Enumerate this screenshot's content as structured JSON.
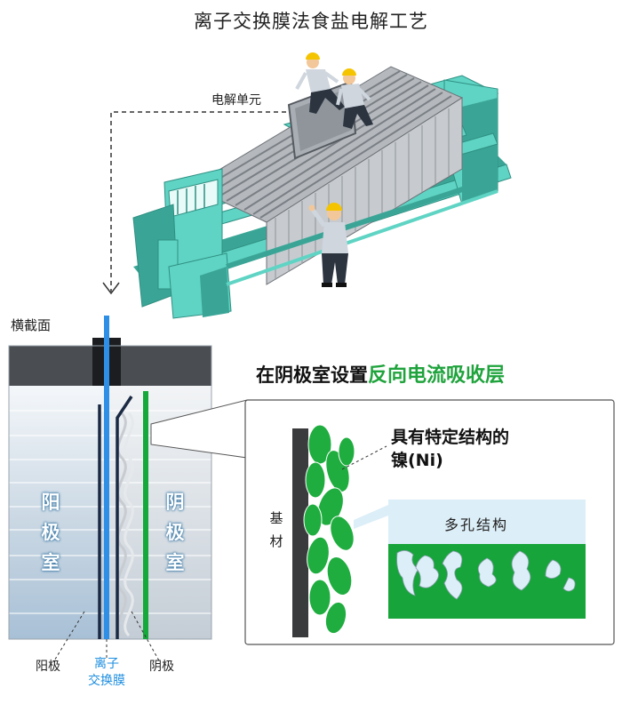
{
  "title": "离子交换膜法食盐电解工艺",
  "labels": {
    "cell_unit": "电解单元",
    "cross_section": "横截面",
    "anode_chamber": "阳极室",
    "cathode_chamber": "阴极室",
    "anode": "阳极",
    "membrane_line1": "离子",
    "membrane_line2": "交换膜",
    "cathode": "阴极",
    "headline_prefix": "在阴极室设置",
    "headline_highlight": "反向电流吸收层",
    "ni_line1": "具有特定结构的",
    "ni_line2": "镍(Ni)",
    "porous": "多孔结构",
    "substrate": "基材"
  },
  "colors": {
    "machine_teal": "#5fd4c4",
    "machine_dark_teal": "#3aa596",
    "plates_gray": "#9a9ea3",
    "membrane_blue": "#2f8fe6",
    "cathode_green": "#15a83a",
    "nickel_green": "#1fad3f",
    "anode_navy": "#1b2a44",
    "porous_bg": "#dceef8"
  }
}
